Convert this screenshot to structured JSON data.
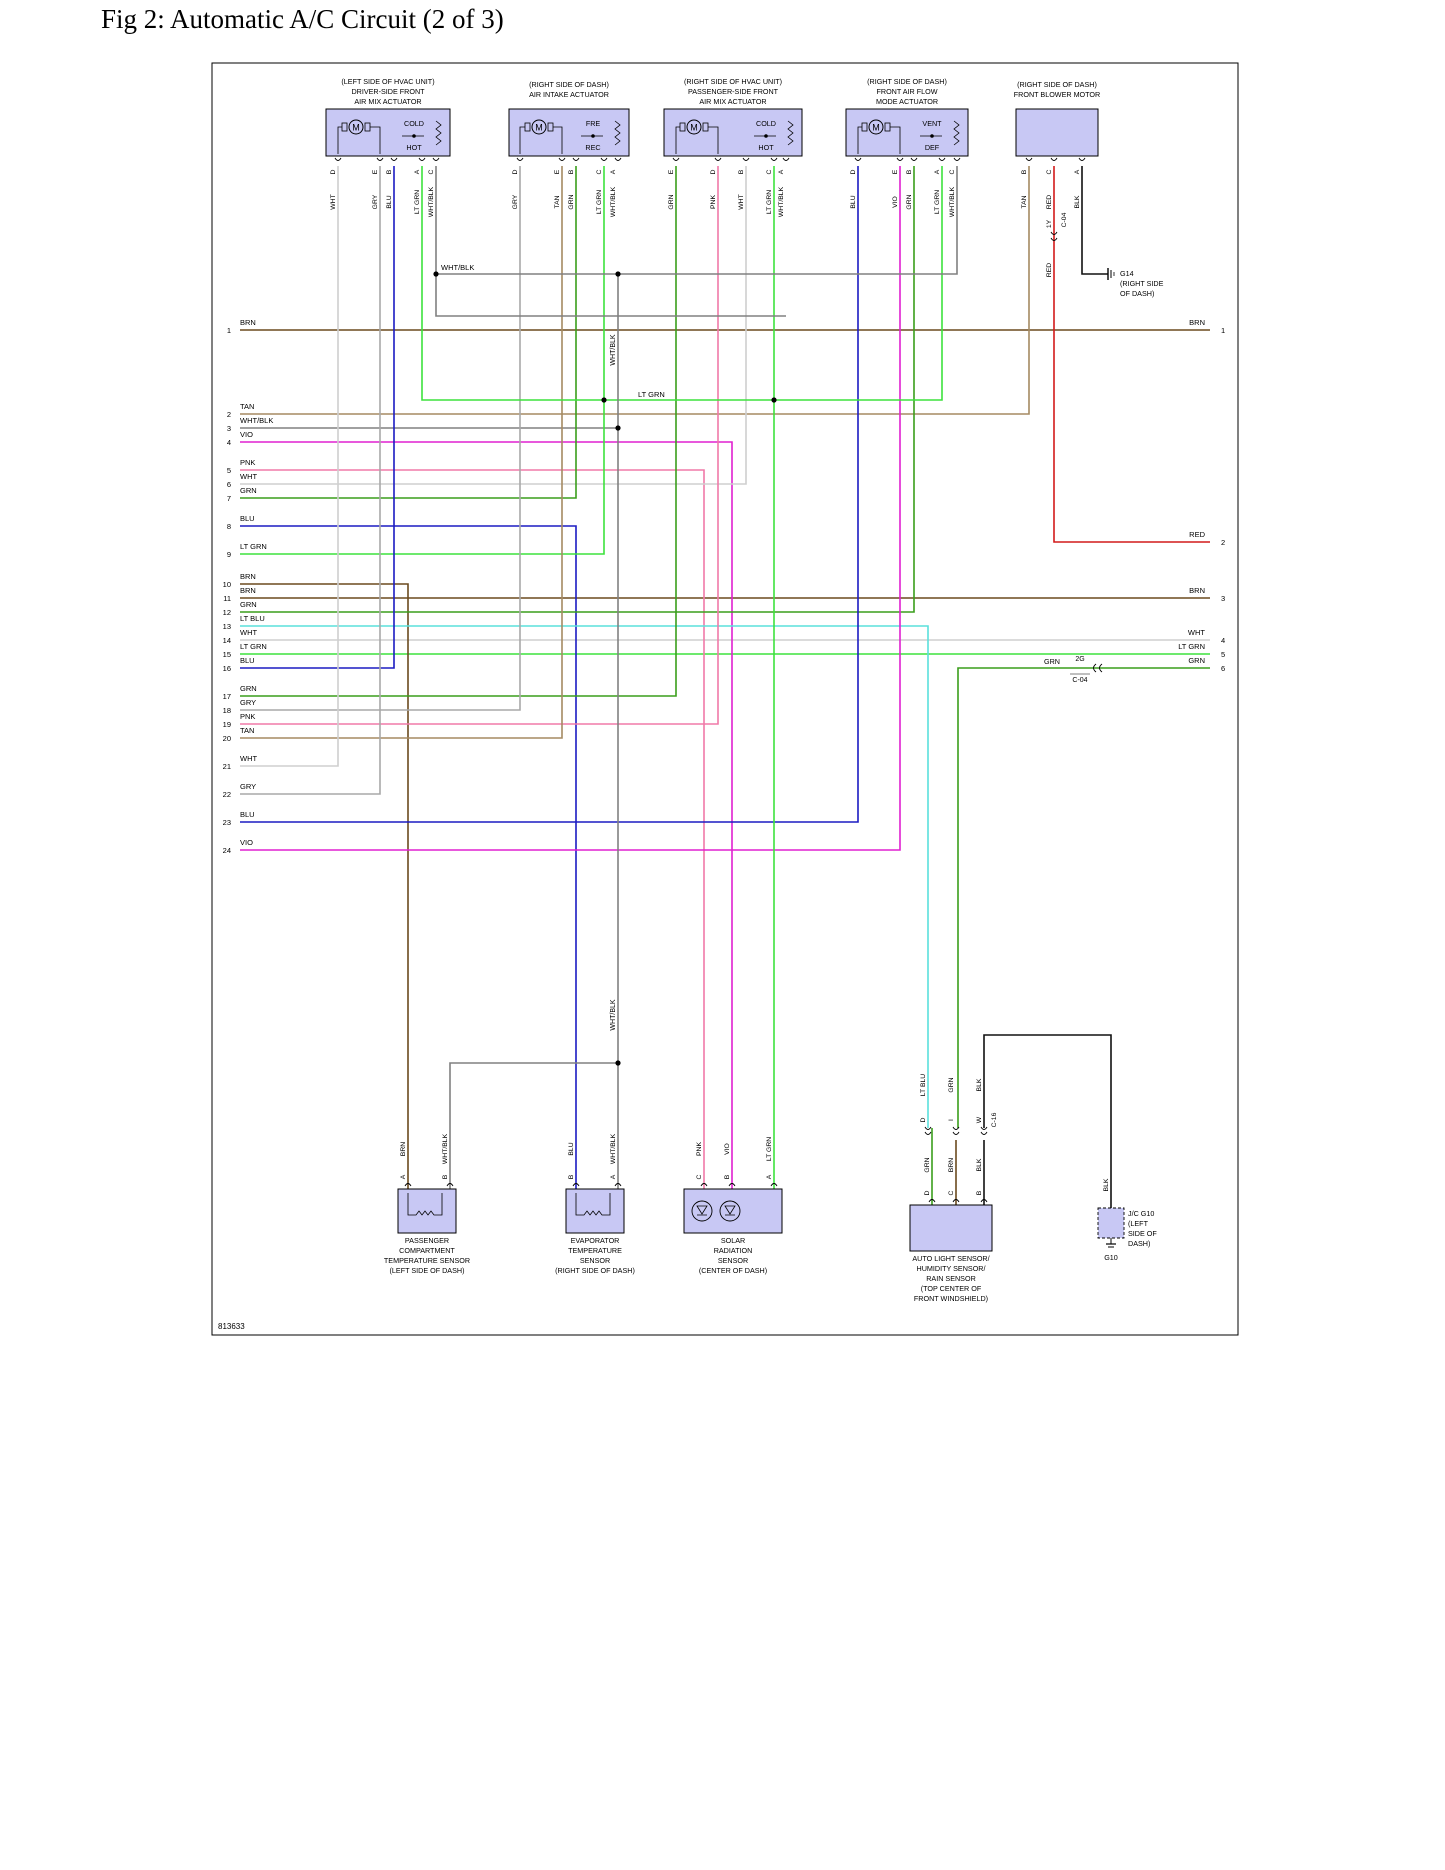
{
  "figure": {
    "title": "Fig 2: Automatic A/C Circuit (2 of 3)",
    "id_code": "813633"
  },
  "colors": {
    "BRN": "#6b4a1e",
    "TAN": "#a58a62",
    "WHT/BLK": "#808080",
    "VIO": "#e020d0",
    "PNK": "#f07aa8",
    "WHT": "#cfcfcf",
    "GRN": "#3a9e1c",
    "BLU": "#1c1cc2",
    "LT GRN": "#3de23d",
    "LT BLU": "#5ae0dc",
    "GRY": "#a8a8a8",
    "RED": "#d21a1a",
    "BLK": "#111111",
    "component_fill": "#c8c8f4"
  },
  "connectors": {
    "c04": "C-04",
    "c16": "C-16",
    "pin_1y": "1Y",
    "pin_2g": "2G"
  },
  "components": [
    {
      "id": "driver-mix",
      "lines": [
        "(LEFT SIDE OF HVAC UNIT)",
        "DRIVER-SIDE FRONT",
        "AIR MIX ACTUATOR"
      ],
      "switch_labels": [
        "COLD",
        "HOT"
      ],
      "pins": [
        {
          "pin": "D",
          "wire": "WHT"
        },
        {
          "pin": "E",
          "wire": "GRY"
        },
        {
          "pin": "B",
          "wire": "BLU"
        },
        {
          "pin": "A",
          "wire": "LT GRN"
        },
        {
          "pin": "C",
          "wire": "WHT/BLK"
        }
      ]
    },
    {
      "id": "intake",
      "lines": [
        "(RIGHT SIDE OF DASH)",
        "AIR INTAKE ACTUATOR"
      ],
      "switch_labels": [
        "FRE",
        "REC"
      ],
      "pins": [
        {
          "pin": "D",
          "wire": "GRY"
        },
        {
          "pin": "E",
          "wire": "TAN"
        },
        {
          "pin": "B",
          "wire": "GRN"
        },
        {
          "pin": "C",
          "wire": "LT GRN"
        },
        {
          "pin": "A",
          "wire": "WHT/BLK"
        }
      ]
    },
    {
      "id": "pass-mix",
      "lines": [
        "(RIGHT SIDE OF HVAC UNIT)",
        "PASSENGER-SIDE FRONT",
        "AIR MIX ACTUATOR"
      ],
      "switch_labels": [
        "COLD",
        "HOT"
      ],
      "pins": [
        {
          "pin": "E",
          "wire": "GRN"
        },
        {
          "pin": "D",
          "wire": "PNK"
        },
        {
          "pin": "B",
          "wire": "WHT"
        },
        {
          "pin": "C",
          "wire": "LT GRN"
        },
        {
          "pin": "A",
          "wire": "WHT/BLK"
        }
      ]
    },
    {
      "id": "mode",
      "lines": [
        "(RIGHT SIDE OF DASH)",
        "FRONT AIR FLOW",
        "MODE ACTUATOR"
      ],
      "switch_labels": [
        "VENT",
        "DEF"
      ],
      "pins": [
        {
          "pin": "D",
          "wire": "BLU"
        },
        {
          "pin": "E",
          "wire": "VIO"
        },
        {
          "pin": "B",
          "wire": "GRN"
        },
        {
          "pin": "A",
          "wire": "LT GRN"
        },
        {
          "pin": "C",
          "wire": "WHT/BLK"
        }
      ]
    },
    {
      "id": "blower",
      "lines": [
        "(RIGHT SIDE OF DASH)",
        "FRONT BLOWER MOTOR"
      ],
      "pins": [
        {
          "pin": "B",
          "wire": "TAN"
        },
        {
          "pin": "C",
          "wire": "RED"
        },
        {
          "pin": "A",
          "wire": "BLK"
        }
      ]
    },
    {
      "id": "pass-temp",
      "lines": [
        "PASSENGER",
        "COMPARTMENT",
        "TEMPERATURE SENSOR",
        "(LEFT SIDE OF DASH)"
      ],
      "pins": [
        {
          "pin": "A",
          "wire": "BRN"
        },
        {
          "pin": "B",
          "wire": "WHT/BLK"
        }
      ]
    },
    {
      "id": "evap-temp",
      "lines": [
        "EVAPORATOR",
        "TEMPERATURE",
        "SENSOR",
        "(RIGHT SIDE OF DASH)"
      ],
      "pins": [
        {
          "pin": "B",
          "wire": "BLU"
        },
        {
          "pin": "A",
          "wire": "WHT/BLK"
        }
      ]
    },
    {
      "id": "solar",
      "lines": [
        "SOLAR",
        "RADIATION",
        "SENSOR",
        "(CENTER OF DASH)"
      ],
      "pins": [
        {
          "pin": "C",
          "wire": "PNK"
        },
        {
          "pin": "B",
          "wire": "VIO"
        },
        {
          "pin": "A",
          "wire": "LT GRN"
        }
      ]
    },
    {
      "id": "auto-light",
      "lines": [
        "AUTO LIGHT SENSOR/",
        "HUMIDITY SENSOR/",
        "RAIN SENSOR",
        "(TOP CENTER OF",
        "FRONT WINDSHIELD)"
      ],
      "pins": [
        {
          "pin": "D",
          "wire": "GRN"
        },
        {
          "pin": "C",
          "wire": "BRN"
        },
        {
          "pin": "B",
          "wire": "BLK"
        }
      ],
      "c16_pins": [
        {
          "pin": "D",
          "wire": "LT BLU"
        },
        {
          "pin": "I",
          "wire": "GRN"
        },
        {
          "pin": "W",
          "wire": "BLK"
        }
      ]
    },
    {
      "id": "jc-g10",
      "lines": [
        "J/C G10",
        "(LEFT",
        "SIDE OF",
        "DASH)"
      ],
      "pin_wire": "BLK",
      "ground": "G10"
    }
  ],
  "ground_g14": {
    "lines": [
      "G14",
      "(RIGHT SIDE",
      "OF DASH)"
    ]
  },
  "left_rows": [
    {
      "n": "1",
      "wire": "BRN"
    },
    {
      "n": "2",
      "wire": "TAN"
    },
    {
      "n": "3",
      "wire": "WHT/BLK"
    },
    {
      "n": "4",
      "wire": "VIO"
    },
    {
      "n": "5",
      "wire": "PNK"
    },
    {
      "n": "6",
      "wire": "WHT"
    },
    {
      "n": "7",
      "wire": "GRN"
    },
    {
      "n": "8",
      "wire": "BLU"
    },
    {
      "n": "9",
      "wire": "LT GRN"
    },
    {
      "n": "10",
      "wire": "BRN"
    },
    {
      "n": "11",
      "wire": "BRN"
    },
    {
      "n": "12",
      "wire": "GRN"
    },
    {
      "n": "13",
      "wire": "LT BLU"
    },
    {
      "n": "14",
      "wire": "WHT"
    },
    {
      "n": "15",
      "wire": "LT GRN"
    },
    {
      "n": "16",
      "wire": "BLU"
    },
    {
      "n": "17",
      "wire": "GRN"
    },
    {
      "n": "18",
      "wire": "GRY"
    },
    {
      "n": "19",
      "wire": "PNK"
    },
    {
      "n": "20",
      "wire": "TAN"
    },
    {
      "n": "21",
      "wire": "WHT"
    },
    {
      "n": "22",
      "wire": "GRY"
    },
    {
      "n": "23",
      "wire": "BLU"
    },
    {
      "n": "24",
      "wire": "VIO"
    }
  ],
  "right_rows": [
    {
      "n": "1",
      "wire": "BRN"
    },
    {
      "n": "2",
      "wire": "RED"
    },
    {
      "n": "3",
      "wire": "BRN"
    },
    {
      "n": "4",
      "wire": "WHT"
    },
    {
      "n": "5",
      "wire": "LT GRN"
    },
    {
      "n": "6",
      "wire": "GRN"
    }
  ],
  "wire_labels": {
    "splice_top": "WHT/BLK",
    "bus_ltgrn": "LT GRN",
    "vertical_upper": "WHT/BLK",
    "vertical_lower": "WHT/BLK",
    "red_lower": "RED",
    "grn_2g": "GRN"
  }
}
